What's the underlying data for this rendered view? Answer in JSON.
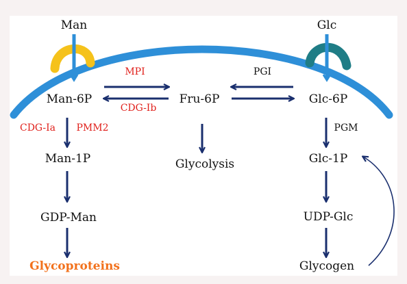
{
  "diagram": {
    "inputs": {
      "man": "Man",
      "glc": "Glc"
    },
    "metabolites": {
      "man6p": "Man-6P",
      "fru6p": "Fru-6P",
      "glc6p": "Glc-6P",
      "man1p": "Man-1P",
      "glycolysis": "Glycolysis",
      "glc1p": "Glc-1P",
      "gdpman": "GDP-Man",
      "udpglc": "UDP-Glc",
      "glycoproteins": "Glycoproteins",
      "glycogen": "Glycogen"
    },
    "enzymes": {
      "mpi": "MPI",
      "cdg_ib": "CDG-Ib",
      "pgi": "PGI",
      "cdg_ia": "CDG-Ia",
      "pmm2": "PMM2",
      "pgm": "PGM"
    },
    "colors": {
      "membrane": "#2e8fd8",
      "arrow": "#1a2f6e",
      "man_transporter": "#f5c21b",
      "glc_transporter": "#1f7d86",
      "enzyme_red": "#e0201b",
      "product_orange": "#f2711c"
    }
  }
}
